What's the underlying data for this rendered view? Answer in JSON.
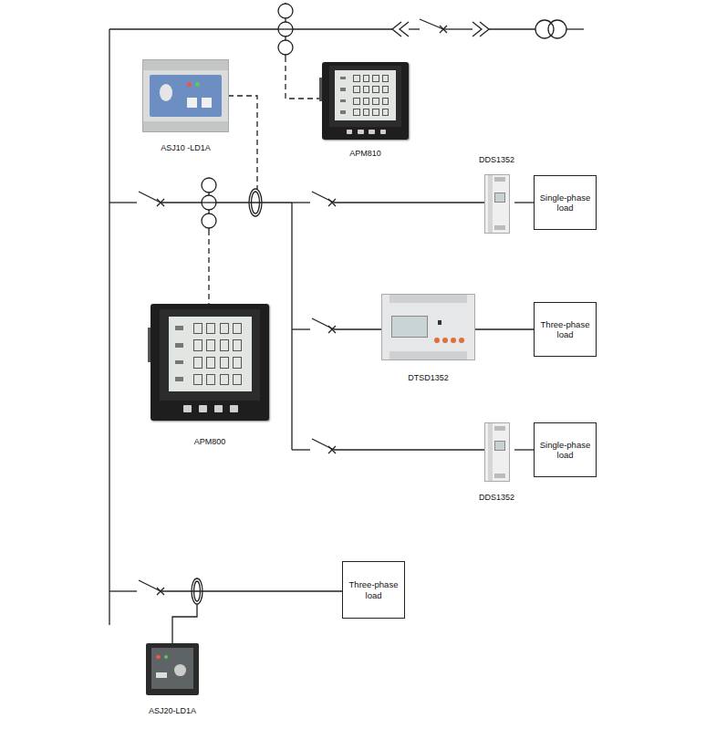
{
  "diagram": {
    "nodes": [
      {
        "text": [
          "ASJ10 -LD1A"
        ]
      },
      {
        "text": [
          "APM810"
        ]
      },
      {
        "text": [
          "DDS1352"
        ]
      },
      {
        "text": [
          "Single-phase load"
        ]
      },
      {
        "text": [
          "DTSD1352"
        ]
      },
      {
        "text": [
          "Three-phase load"
        ]
      },
      {
        "text": [
          "APM800"
        ]
      },
      {
        "text": [
          "DDS1352"
        ]
      },
      {
        "text": [
          "Single-phase load"
        ]
      },
      {
        "text": [
          "Three-phase load"
        ]
      },
      {
        "text": [
          "ASJ20-LD1A"
        ]
      }
    ],
    "edges": [
      {
        "from": 2,
        "to": 3,
        "arrow": "none"
      },
      {
        "from": 4,
        "to": 5,
        "arrow": "none"
      },
      {
        "from": 7,
        "to": 8,
        "arrow": "none"
      }
    ]
  }
}
